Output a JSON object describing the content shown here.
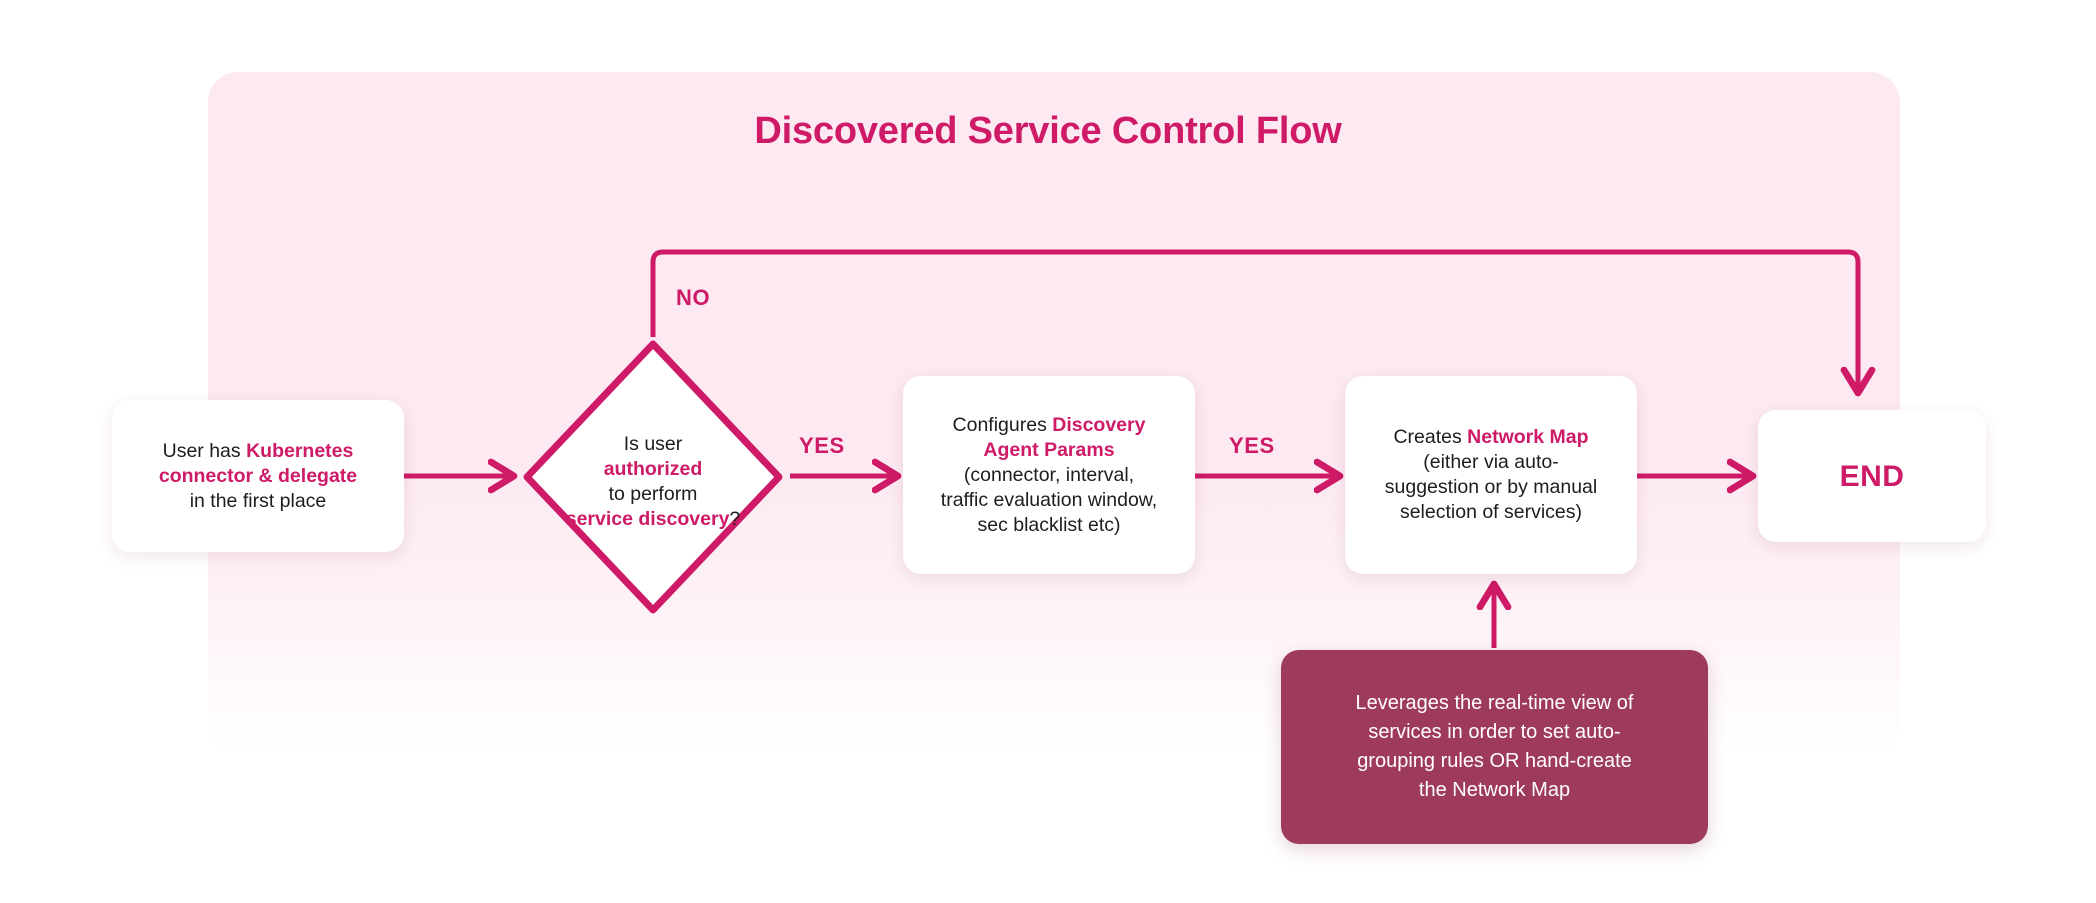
{
  "diagram": {
    "title": "Discovered Service Control Flow",
    "accent_color": "#CE1A67",
    "panel_color": "#FCE9F1",
    "note_color": "#9E3A5E",
    "text_color": "#1d1d1f"
  },
  "nodes": {
    "start": {
      "type": "process",
      "lines": [
        {
          "text": "User has ",
          "bold": false
        },
        {
          "text": "Kubernetes",
          "bold": true
        },
        {
          "text": "connector & delegate",
          "bold": true
        },
        {
          "text": "in the first place",
          "bold": false
        }
      ],
      "plain_text": "User has Kubernetes connector & delegate in the first place"
    },
    "decision": {
      "type": "decision",
      "plain_text": "Is user authorized to perform service discovery?",
      "line1": "Is user",
      "line2": "authorized",
      "line3": "to perform",
      "line4": "service discovery",
      "line4_suffix": "?"
    },
    "config": {
      "type": "process",
      "plain_text": "Configures Discovery Agent Params (connector, interval, traffic evaluation window, sec blacklist etc)",
      "line1_prefix": "Configures ",
      "line1_bold": "Discovery",
      "line2_bold": "Agent Params",
      "line3": "(connector, interval,",
      "line4": "traffic evaluation window,",
      "line5": "sec blacklist etc)"
    },
    "netmap": {
      "type": "process",
      "plain_text": "Creates Network Map (either via auto-suggestion or by manual selection of services)",
      "line1_prefix": "Creates ",
      "line1_bold": "Network Map",
      "line2": "(either via auto-",
      "line3": "suggestion or by manual",
      "line4": "selection of services)"
    },
    "end": {
      "type": "terminator",
      "label": "END"
    },
    "note": {
      "type": "annotation",
      "plain_text": "Leverages the real-time view of services in order to set auto-grouping rules OR hand-create the Network Map",
      "line1": "Leverages the real-time view of",
      "line2": "services in order to set auto-",
      "line3": "grouping rules OR hand-create",
      "line4": "the Network Map"
    }
  },
  "edges": [
    {
      "id": "start-to-decision",
      "from": "start",
      "to": "decision",
      "label": ""
    },
    {
      "id": "decision-yes-config",
      "from": "decision",
      "to": "config",
      "label": "YES"
    },
    {
      "id": "config-yes-netmap",
      "from": "config",
      "to": "netmap",
      "label": "YES"
    },
    {
      "id": "netmap-to-end",
      "from": "netmap",
      "to": "end",
      "label": ""
    },
    {
      "id": "decision-no-end",
      "from": "decision",
      "to": "end",
      "label": "NO"
    },
    {
      "id": "note-to-netmap",
      "from": "note",
      "to": "netmap",
      "label": ""
    }
  ],
  "labels": {
    "no": "NO",
    "yes_1": "YES",
    "yes_2": "YES"
  }
}
